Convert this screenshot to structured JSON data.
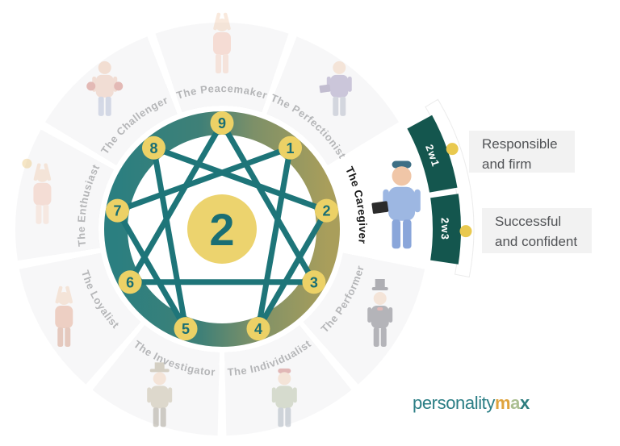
{
  "title": "Enneagram wheel - Type 2 The Caregiver",
  "center_number": "2",
  "types": [
    {
      "num": "9",
      "label": "The Peacemaker",
      "angle": 0,
      "character": "yoga-person",
      "highlight": false
    },
    {
      "num": "1",
      "label": "The Perfectionist",
      "angle": 40,
      "character": "man-with-tablet",
      "highlight": false
    },
    {
      "num": "2",
      "label": "The Caregiver",
      "angle": 80,
      "character": "nurse",
      "highlight": true
    },
    {
      "num": "3",
      "label": "The Performer",
      "angle": 120,
      "character": "showman-top-hat",
      "highlight": false
    },
    {
      "num": "4",
      "label": "The Individualist",
      "angle": 160,
      "character": "artist",
      "highlight": false
    },
    {
      "num": "5",
      "label": "The Investigator",
      "angle": 200,
      "character": "detective",
      "highlight": false
    },
    {
      "num": "6",
      "label": "The Loyalist",
      "angle": 240,
      "character": "cheering-fan",
      "highlight": false
    },
    {
      "num": "7",
      "label": "The Enthusiast",
      "angle": 280,
      "character": "cheerleader",
      "highlight": false
    },
    {
      "num": "8",
      "label": "The Challenger",
      "angle": 320,
      "character": "boxer",
      "highlight": false
    }
  ],
  "wings": [
    {
      "label": "2w1",
      "lines": [
        "Responsible",
        "and firm"
      ]
    },
    {
      "label": "2w3",
      "lines": [
        "Successful",
        "and confident"
      ]
    }
  ],
  "logo": {
    "personality": "personality",
    "m": "m",
    "a": "a",
    "x": "x"
  },
  "colors": {
    "teal_line": "#1e7579",
    "node_yellow": "#ecd166",
    "node_number_teal": "#196e74",
    "center_yellow": "#ecd36e",
    "ring_gradient_start": "#2b7f80",
    "ring_gradient_end": "#a99e5b",
    "wing_dark_teal": "#14564e",
    "dot_yellow": "#e9c94f",
    "segment_fill": "#f7f7f8",
    "highlight_segment_fill": "#ffffff",
    "label_band_gray": "#e9e9ea",
    "label_gray": "#b5b6b8",
    "box_bg": "#f2f2f2",
    "box_text": "#515356",
    "logo_teal": "#2b7e85",
    "logo_gold": "#dfa33d",
    "logo_sage": "#abbf92"
  }
}
